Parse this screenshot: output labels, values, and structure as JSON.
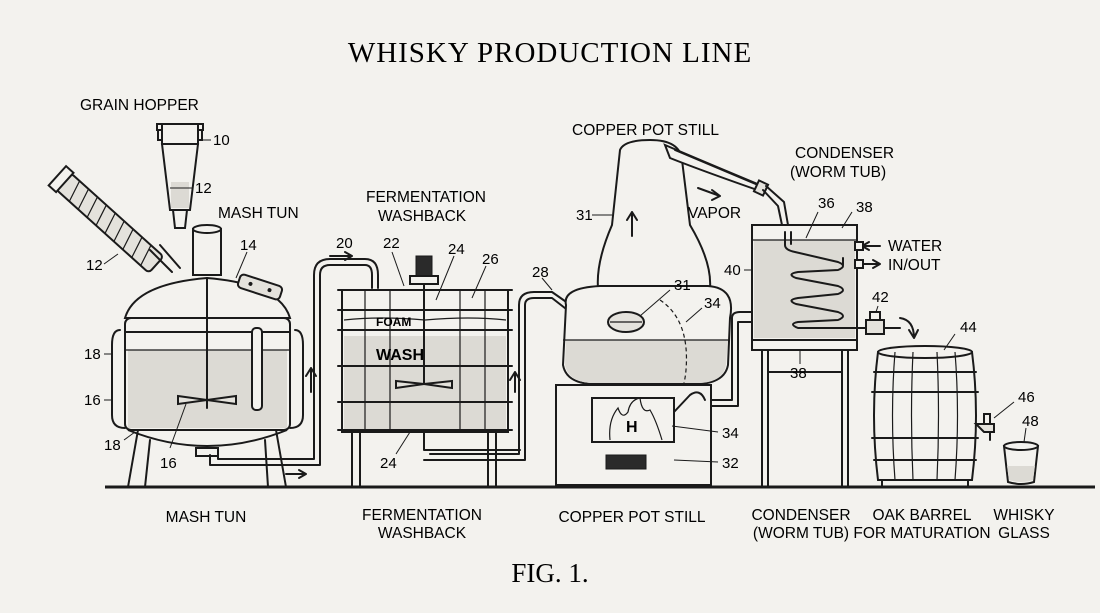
{
  "title": "WHISKY PRODUCTION LINE",
  "figure_caption": "FIG. 1.",
  "top_labels": {
    "grain_hopper": "GRAIN HOPPER",
    "mash_tun": "MASH TUN",
    "fermentation_line1": "FERMENTATION",
    "fermentation_line2": "WASHBACK",
    "copper_pot_still": "COPPER POT STILL",
    "condenser_line1": "CONDENSER",
    "condenser_line2": "(WORM TUB)",
    "vapor": "VAPOR",
    "water_line1": "WATER",
    "water_line2": "IN/OUT"
  },
  "inner_labels": {
    "foam": "FOAM",
    "wash": "WASH",
    "heat": "H"
  },
  "bottom_labels": {
    "mash_tun": "MASH TUN",
    "fermentation_line1": "FERMENTATION",
    "fermentation_line2": "WASHBACK",
    "copper_pot_still": "COPPER POT STILL",
    "condenser_line1": "CONDENSER",
    "condenser_line2": "(WORM TUB)",
    "barrel_line1": "OAK BARREL",
    "barrel_line2": "FOR MATURATION",
    "glass_line1": "WHISKY",
    "glass_line2": "GLASS"
  },
  "reference_numbers": {
    "hopper": "10",
    "grain_in_hopper": "12",
    "screw_conveyor": "12",
    "mash_tun_lid": "14",
    "mash_tun_jacket_upper": "18",
    "mash_tun_body": "16",
    "mash_tun_leg": "18",
    "mash_tun_stirrer": "16",
    "transfer_pipe_1": "20",
    "washback_motor": "22",
    "washback_stirrer": "24",
    "washback_staves": "26",
    "washback_outlet": "24",
    "transfer_pipe_2": "28",
    "still_neck": "31",
    "still_manhole": "31",
    "still_pot": "34",
    "furnace": "34",
    "firebox": "32",
    "worm_coil": "36",
    "worm_tub": "38",
    "tub_side": "40",
    "tub_base": "38",
    "spirit_valve": "42",
    "barrel": "44",
    "barrel_tap": "46",
    "glass": "48"
  }
}
